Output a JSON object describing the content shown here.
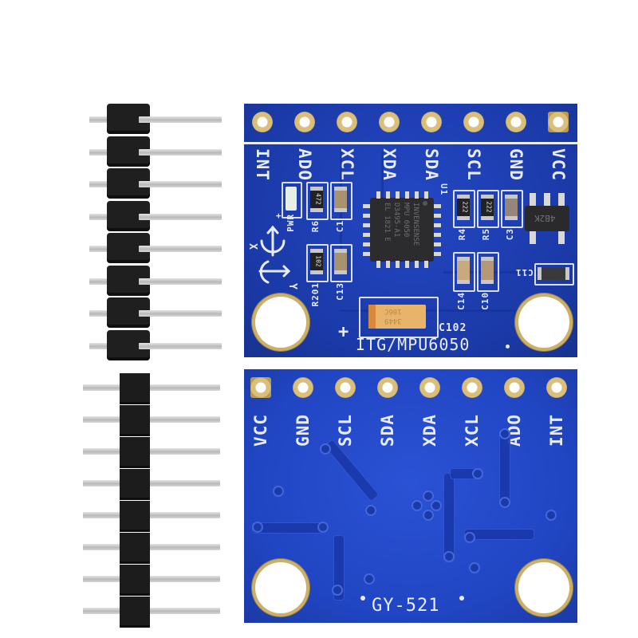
{
  "product": {
    "module_name": "GY-521",
    "sensor_label": "ITG/MPU6050",
    "chip_marking": [
      "INVENSENSE",
      "MPU 6050",
      "D3495-A1",
      "EL 1821 E"
    ],
    "regulator_marking": "4B2K",
    "tantalum_marking": [
      "106C",
      "3449"
    ]
  },
  "front_board": {
    "pin_labels": [
      "INT",
      "ADO",
      "XCL",
      "XDA",
      "SDA",
      "SCL",
      "GND",
      "VCC"
    ],
    "component_labels": {
      "led": "PWR",
      "r6": "R6",
      "c1": "C1",
      "r201": "R201",
      "c13": "C13",
      "r4": "R4",
      "r5": "R5",
      "c3": "C3",
      "c14": "C14",
      "c10": "C10",
      "c102": "C102",
      "c11": "C11",
      "u1": "U1",
      "plus": "+"
    },
    "resistor_values": {
      "r6": "472",
      "r201": "102",
      "r4": "222",
      "r5": "222"
    },
    "axis_labels": [
      "X",
      "Y"
    ]
  },
  "back_board": {
    "pin_labels": [
      "VCC",
      "GND",
      "SCL",
      "SDA",
      "XDA",
      "XCL",
      "ADO",
      "INT"
    ],
    "model_label": "GY-521"
  },
  "headers": {
    "right_angle_pin_count": 8,
    "straight_pin_count": 8
  },
  "colors": {
    "pcb_blue": "#1f3fb8",
    "silkscreen": "#e8ecff",
    "gold_pad": "#d9bf7a",
    "header_black": "#1f1f1f",
    "pin_silver": "#c8c8c8",
    "tantalum": "#e8b46a"
  }
}
